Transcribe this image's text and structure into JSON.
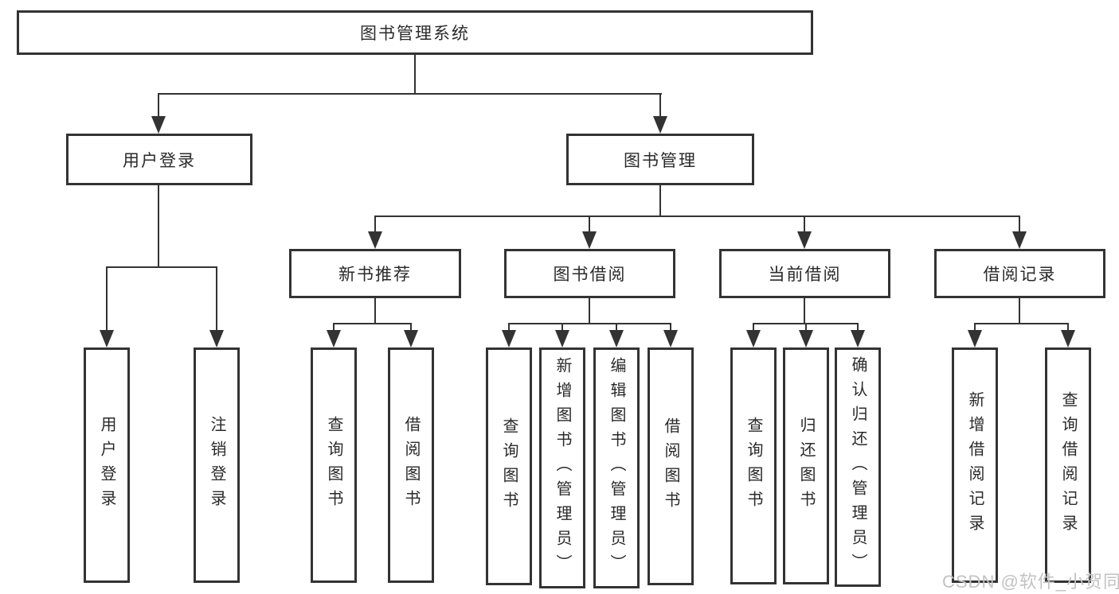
{
  "diagram": {
    "root": {
      "label": "图书管理系统"
    },
    "branches": [
      {
        "label": "用户登录",
        "leaves": [
          "用户登录",
          "注销登录"
        ]
      },
      {
        "label": "图书管理",
        "sections": [
          {
            "label": "新书推荐",
            "leaves": [
              "查询图书",
              "借阅图书"
            ]
          },
          {
            "label": "图书借阅",
            "leaves": [
              "查询图书",
              "新增图书（管理员）",
              "编辑图书（管理员）",
              "借阅图书"
            ]
          },
          {
            "label": "当前借阅",
            "leaves": [
              "查询图书",
              "归还图书",
              "确认归还（管理员）"
            ]
          },
          {
            "label": "借阅记录",
            "leaves": [
              "新增借阅记录",
              "查询借阅记录"
            ]
          }
        ]
      }
    ]
  },
  "watermark": {
    "text": "CSDN @软件_小贺同学"
  },
  "colors": {
    "line": "#333333",
    "box_border": "#333333",
    "box_background": "#ffffff",
    "text": "#2a2a2a",
    "background": "#ffffff",
    "watermark": "#c2c2c2"
  }
}
